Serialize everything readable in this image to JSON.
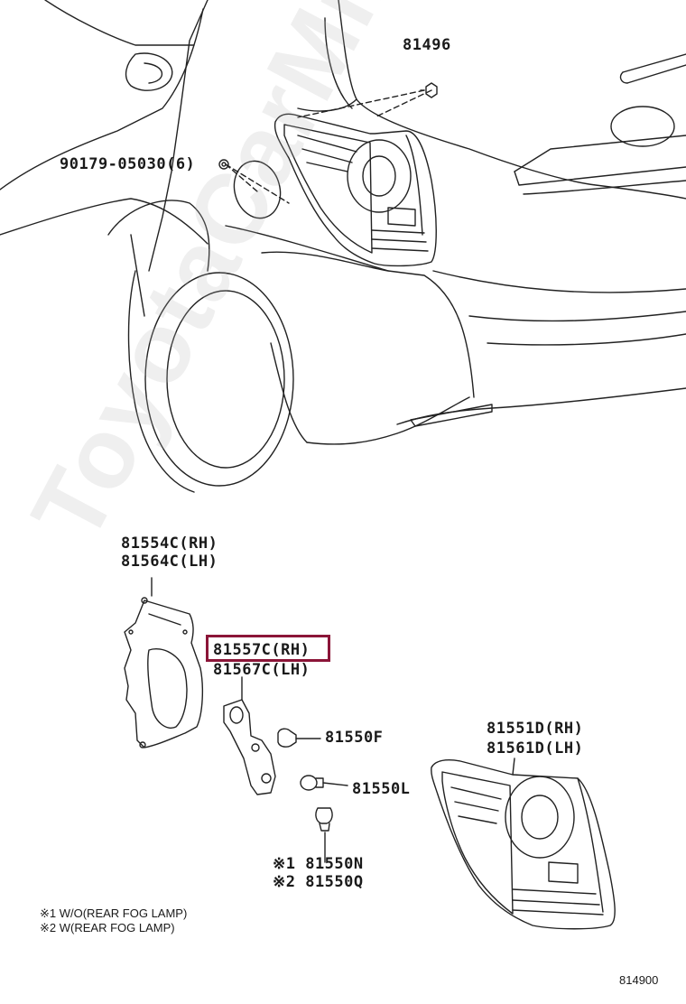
{
  "labels": {
    "p81496": "81496",
    "p90179": "90179-05030(6)",
    "p81554c": "81554C(RH)",
    "p81564c": "81564C(LH)",
    "p81557c": "81557C(RH)",
    "p81567c": "81567C(LH)",
    "p81550f": "81550F",
    "p81550l": "81550L",
    "p81551d": "81551D(RH)",
    "p81561d": "81561D(LH)",
    "p81550n": "※1 81550N",
    "p81550q": "※2 81550Q"
  },
  "notes": {
    "n1": "※1 W/O(REAR FOG LAMP)",
    "n2": "※2 W(REAR FOG LAMP)"
  },
  "diagram_code": "814900",
  "watermark": "ToyotaCarMiner.ru",
  "colors": {
    "highlight": "#8b1538",
    "line": "#222222"
  }
}
